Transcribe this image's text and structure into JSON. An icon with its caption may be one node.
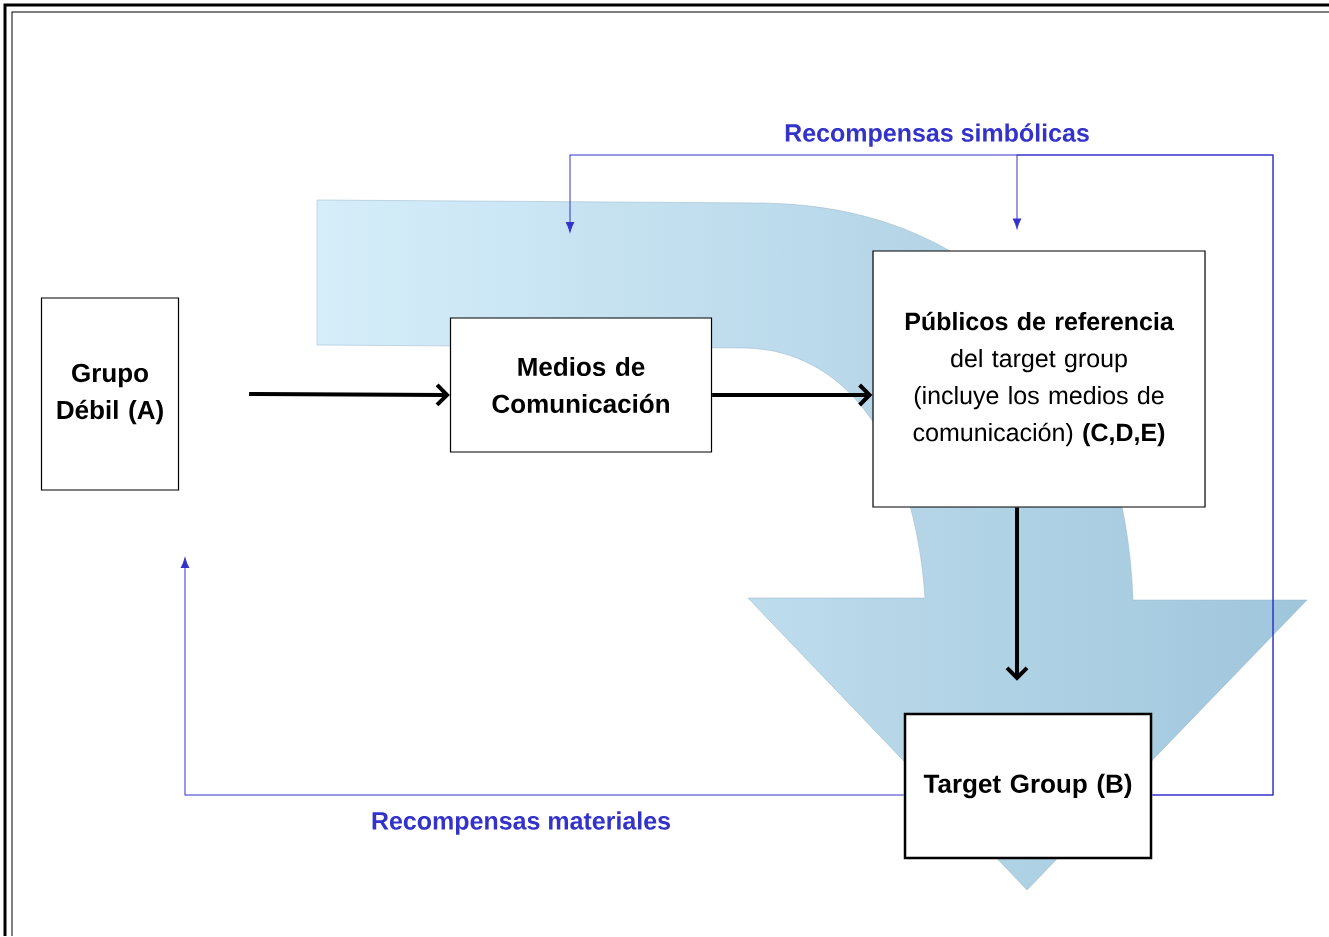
{
  "diagram": {
    "nodes": [
      {
        "text": [
          "Grupo Débil (A)"
        ]
      },
      {
        "text": [
          "Medios de Comunicación"
        ]
      },
      {
        "text": [
          "**Públicos de referencia** del target group (incluye los medios de comunicación) **(C,D,E)**"
        ]
      },
      {
        "text": [
          "Target Group (B)"
        ]
      }
    ],
    "edges": [
      {
        "from": 0,
        "to": 1,
        "arrow": "to",
        "style": "thick"
      },
      {
        "from": 1,
        "to": 2,
        "arrow": "to",
        "style": "thick"
      },
      {
        "from": 2,
        "to": 3,
        "arrow": "to",
        "style": "thick"
      },
      {
        "from": 3,
        "to": 2,
        "arrow": "to",
        "color": "#3333cc",
        "label": "Recompensas simbólicas"
      },
      {
        "from": 3,
        "to": null,
        "arrow": "to",
        "color": "#3333cc"
      },
      {
        "from": 3,
        "to": 0,
        "arrow": "to",
        "color": "#3333cc",
        "label": "Recompensas materiales"
      }
    ]
  }
}
